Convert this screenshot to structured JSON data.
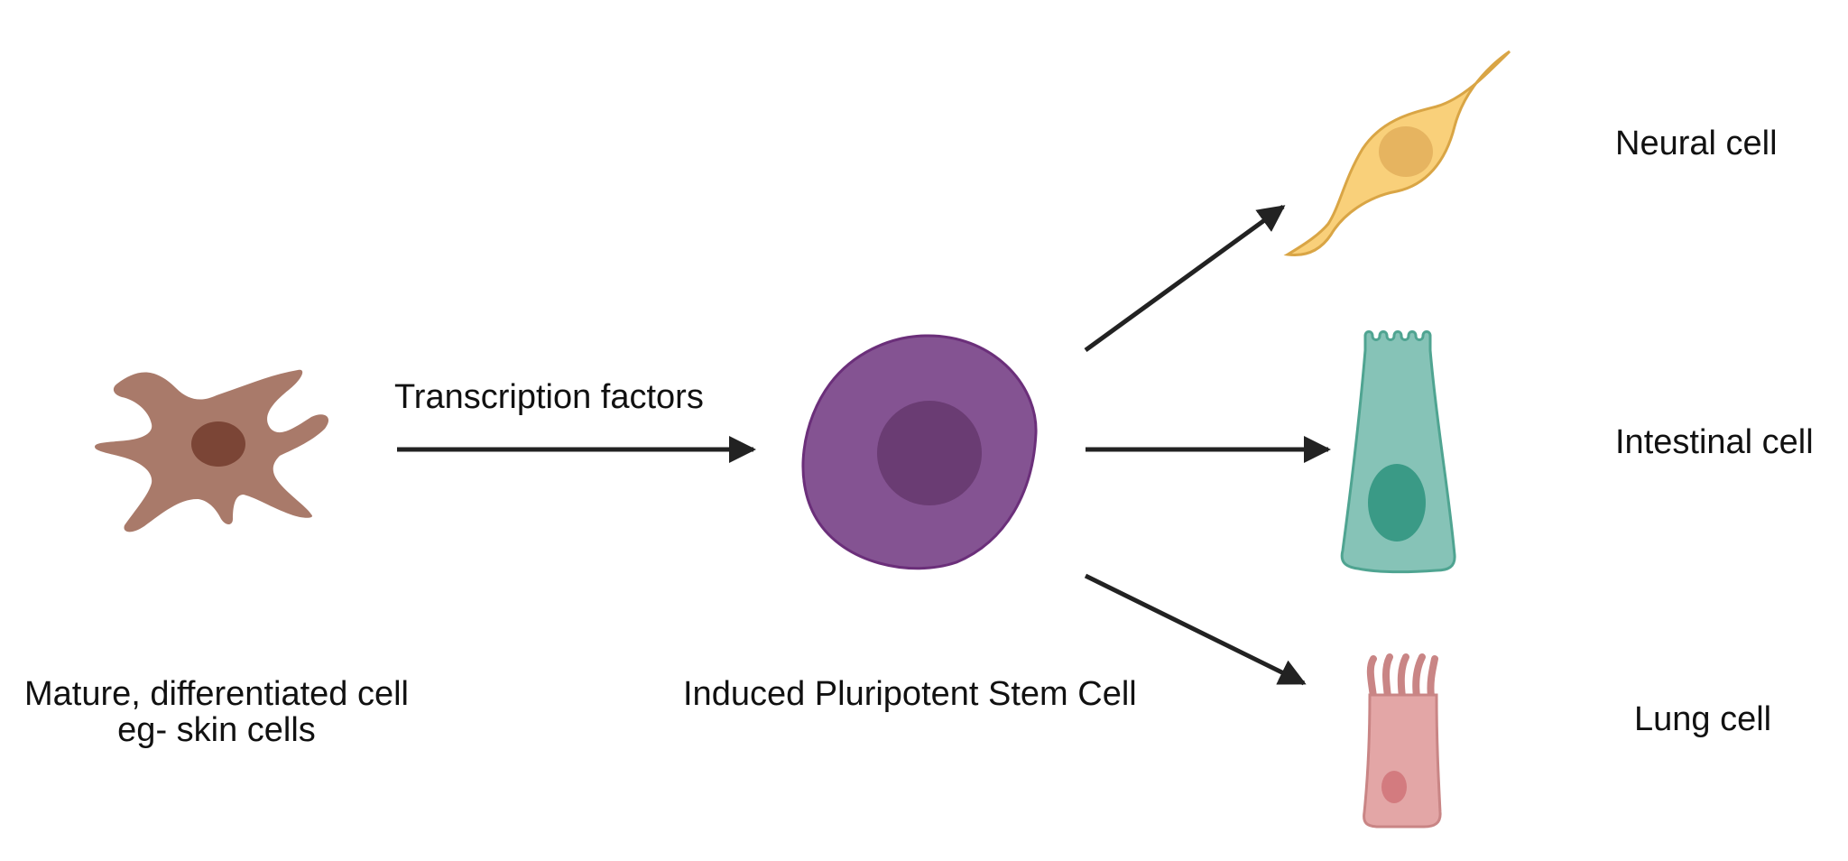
{
  "source_cell": {
    "label_line1": "Mature, differentiated cell",
    "label_line2": "eg- skin cells",
    "icon": "fibroblast-skin-cell-icon",
    "fill": "#a97a6a",
    "nucleus": "#7b4536"
  },
  "reprogramming_arrow": {
    "label": "Transcription factors"
  },
  "stem_cell": {
    "label": "Induced Pluripotent Stem Cell",
    "icon": "stem-cell-icon",
    "fill": "#845392",
    "nucleus": "#6a3c73",
    "stroke": "#6b2f7a"
  },
  "targets": [
    {
      "label": "Neural cell",
      "icon": "neuron-icon",
      "fill": "#f9d07a",
      "nucleus": "#e6b460",
      "stroke": "#d9a545"
    },
    {
      "label": "Intestinal cell",
      "icon": "intestinal-epithelial-cell-icon",
      "fill": "#86c3b7",
      "nucleus": "#3a9a86",
      "stroke": "#4fa491"
    },
    {
      "label": "Lung cell",
      "icon": "lung-ciliated-cell-icon",
      "fill": "#e3a6a6",
      "nucleus": "#d37b7f",
      "stroke": "#c98585"
    }
  ],
  "arrow_color": "#222222"
}
